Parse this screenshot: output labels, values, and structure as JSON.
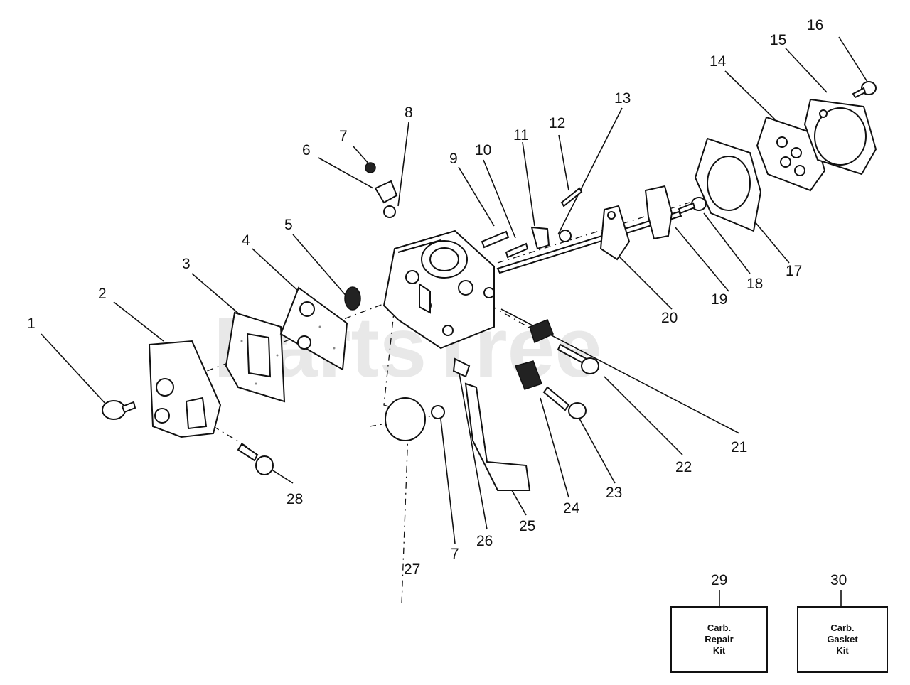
{
  "watermark": "PartsTree",
  "callouts": [
    "1",
    "2",
    "3",
    "4",
    "5",
    "6",
    "7",
    "8",
    "9",
    "10",
    "11",
    "12",
    "13",
    "14",
    "15",
    "16",
    "17",
    "18",
    "19",
    "20",
    "21",
    "22",
    "23",
    "24",
    "25",
    "26",
    "27",
    "7",
    "28",
    "29",
    "30"
  ],
  "kits": [
    {
      "number": "29",
      "lines": [
        "Carb.",
        "Repair",
        "Kit"
      ]
    },
    {
      "number": "30",
      "lines": [
        "Carb.",
        "Gasket",
        "Kit"
      ]
    }
  ]
}
